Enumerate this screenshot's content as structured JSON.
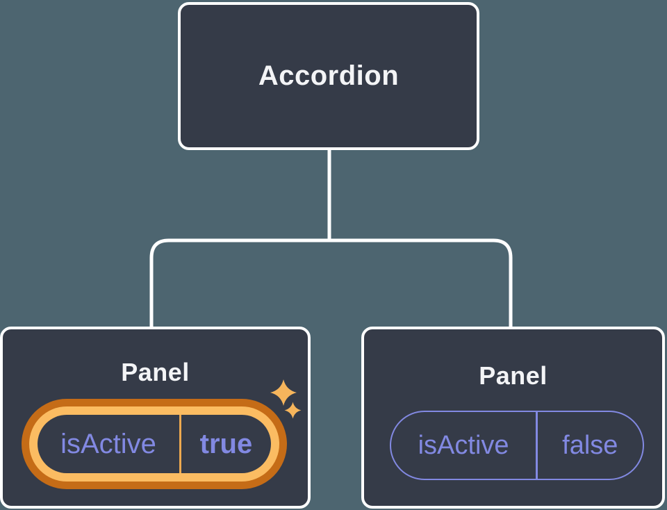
{
  "colors": {
    "background": "#4d6570",
    "node_fill": "#353b48",
    "node_border": "#ffffff",
    "connector": "#ffffff",
    "purple": "#8289e2",
    "orange_dark": "#c56c17",
    "orange_light": "#fbbc62",
    "orange_divider": "#eda94f",
    "sparkle": "#f6b55c",
    "title_text": "#f3f4f6"
  },
  "tree": {
    "root": {
      "label": "Accordion"
    },
    "children": [
      {
        "label": "Panel",
        "highlighted": true,
        "state": {
          "key": "isActive",
          "value": "true"
        }
      },
      {
        "label": "Panel",
        "highlighted": false,
        "state": {
          "key": "isActive",
          "value": "false"
        }
      }
    ]
  }
}
